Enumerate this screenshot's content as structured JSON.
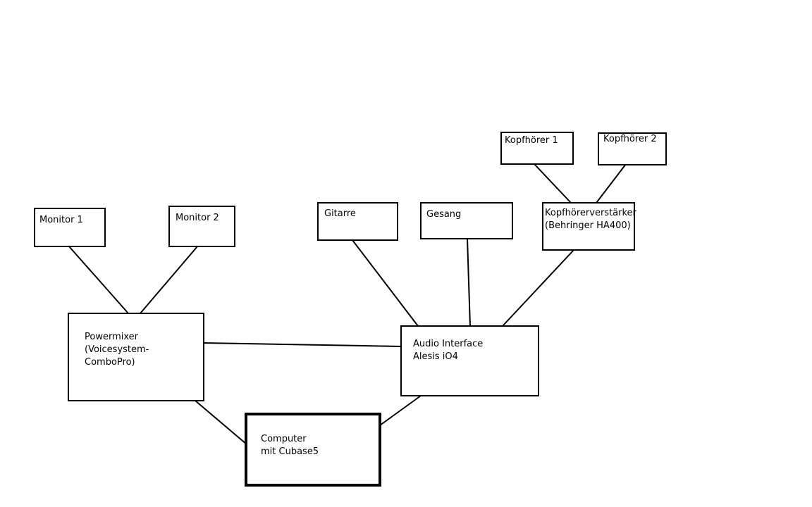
{
  "diagram": {
    "nodes": {
      "monitor1": {
        "lines": [
          "Monitor 1"
        ]
      },
      "monitor2": {
        "lines": [
          "Monitor 2"
        ]
      },
      "powermixer": {
        "lines": [
          "Powermixer",
          "(Voicesystem-",
          "ComboPro)"
        ]
      },
      "gitarre": {
        "lines": [
          "Gitarre"
        ]
      },
      "gesang": {
        "lines": [
          "Gesang"
        ]
      },
      "kopfhoerer1": {
        "lines": [
          "Kopfhörer 1"
        ]
      },
      "kopfhoerer2": {
        "lines": [
          "Kopfhörer 2"
        ]
      },
      "kopfhoererverstaerker": {
        "lines": [
          "Kopfhörerverstärker",
          "(Behringer HA400)"
        ]
      },
      "audio_interface": {
        "lines": [
          "Audio Interface",
          "Alesis iO4"
        ]
      },
      "computer": {
        "lines": [
          "Computer",
          "mit Cubase5"
        ]
      }
    },
    "connections": [
      [
        "monitor1",
        "powermixer"
      ],
      [
        "monitor2",
        "powermixer"
      ],
      [
        "powermixer",
        "audio_interface"
      ],
      [
        "powermixer",
        "computer"
      ],
      [
        "gitarre",
        "audio_interface"
      ],
      [
        "gesang",
        "audio_interface"
      ],
      [
        "kopfhoererverstaerker",
        "audio_interface"
      ],
      [
        "kopfhoerer1",
        "kopfhoererverstaerker"
      ],
      [
        "kopfhoerer2",
        "kopfhoererverstaerker"
      ],
      [
        "audio_interface",
        "computer"
      ]
    ]
  }
}
